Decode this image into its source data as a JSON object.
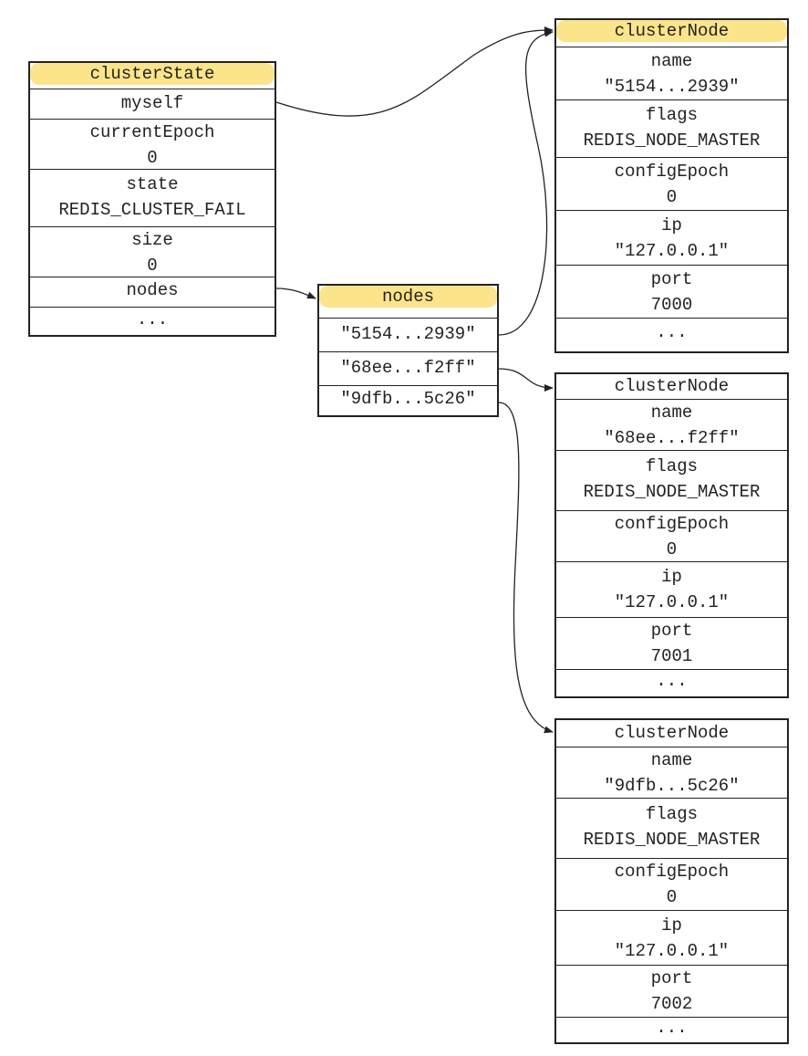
{
  "colors": {
    "highlight": "#fbe48a",
    "ink": "#222222"
  },
  "cluster_state": {
    "title": "clusterState",
    "fields": [
      {
        "label": "myself"
      },
      {
        "label": "currentEpoch",
        "value": "0"
      },
      {
        "label": "state",
        "value": "REDIS_CLUSTER_FAIL"
      },
      {
        "label": "size",
        "value": "0"
      },
      {
        "label": "nodes"
      },
      {
        "label": "..."
      }
    ]
  },
  "nodes_dict": {
    "title": "nodes",
    "entries": [
      "\"5154...2939\"",
      "\"68ee...f2ff\"",
      "\"9dfb...5c26\""
    ]
  },
  "cluster_nodes": [
    {
      "title": "clusterNode",
      "name_label": "name",
      "name": "\"5154...2939\"",
      "flags_label": "flags",
      "flags": "REDIS_NODE_MASTER",
      "config_epoch_label": "configEpoch",
      "config_epoch": "0",
      "ip_label": "ip",
      "ip": "\"127.0.0.1\"",
      "port_label": "port",
      "port": "7000",
      "more": "..."
    },
    {
      "title": "clusterNode",
      "name_label": "name",
      "name": "\"68ee...f2ff\"",
      "flags_label": "flags",
      "flags": "REDIS_NODE_MASTER",
      "config_epoch_label": "configEpoch",
      "config_epoch": "0",
      "ip_label": "ip",
      "ip": "\"127.0.0.1\"",
      "port_label": "port",
      "port": "7001",
      "more": "..."
    },
    {
      "title": "clusterNode",
      "name_label": "name",
      "name": "\"9dfb...5c26\"",
      "flags_label": "flags",
      "flags": "REDIS_NODE_MASTER",
      "config_epoch_label": "configEpoch",
      "config_epoch": "0",
      "ip_label": "ip",
      "ip": "\"127.0.0.1\"",
      "port_label": "port",
      "port": "7002",
      "more": "..."
    }
  ]
}
